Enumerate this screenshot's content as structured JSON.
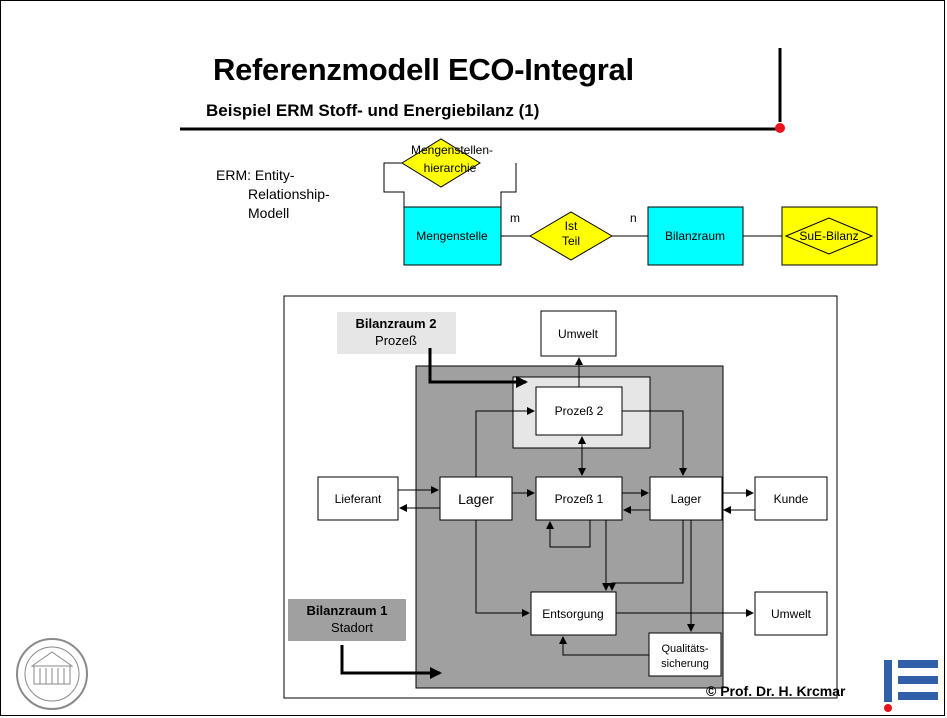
{
  "header": {
    "title": "Referenzmodell ECO-Integral",
    "subtitle": "Beispiel ERM Stoff- und Energiebilanz (1)"
  },
  "erm": {
    "label_line1": "ERM: Entity-",
    "label_line2": "Relationship-",
    "label_line3": "Modell",
    "relationship_hierarchy_line1": "Mengenstellen-",
    "relationship_hierarchy_line2": "hierarchie",
    "entity_mengenstelle": "Mengenstelle",
    "relationship_ist_teil_line1": "Ist",
    "relationship_ist_teil_line2": "Teil",
    "entity_bilanzraum": "Bilanzraum",
    "relationship_sue_bilanz": "SuE-Bilanz",
    "cardinality_m": "m",
    "cardinality_n": "n",
    "colors": {
      "entity": "#00ffff",
      "relationship": "#ffff00",
      "outer_box": "#ffff00"
    }
  },
  "flow": {
    "bilanzraum2_title": "Bilanzraum 2",
    "bilanzraum2_sub": "Prozeß",
    "bilanzraum1_title": "Bilanzraum 1",
    "bilanzraum1_sub": "Stadort",
    "umwelt_top": "Umwelt",
    "prozess2": "Prozeß 2",
    "lieferant": "Lieferant",
    "lager_left": "Lager",
    "prozess1": "Prozeß 1",
    "lager_right": "Lager",
    "kunde": "Kunde",
    "entsorgung": "Entsorgung",
    "umwelt_bottom": "Umwelt",
    "qualitaet_line1": "Qualitäts-",
    "qualitaet_line2": "sicherung",
    "colors": {
      "bilanzraum1_fill": "#a0a0a0",
      "bilanzraum2_fill": "#e6e6e6",
      "label1_fill": "#a0a0a0",
      "label2_fill": "#e6e6e6"
    }
  },
  "footer": {
    "copyright": "© Prof. Dr. H. Krcmar",
    "accent_color": "#e8141b",
    "logo_blue": "#2f5fa8"
  }
}
